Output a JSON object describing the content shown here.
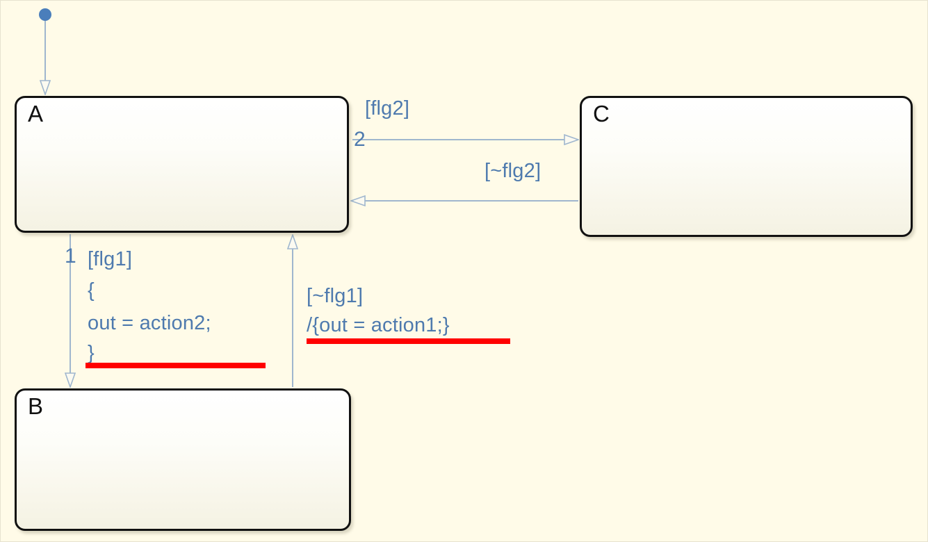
{
  "chart": {
    "title": "Stateflow state transition chart",
    "background_color": "#FFFBE8",
    "state_border_color": "#111111",
    "transition_color": "#9FB6CE",
    "label_color": "#4E7AAE",
    "highlight_color": "#FF0000",
    "default_transition_dot_color": "#4A7EBB"
  },
  "states": [
    {
      "id": "A",
      "name": "A"
    },
    {
      "id": "B",
      "name": "B"
    },
    {
      "id": "C",
      "name": "C"
    }
  ],
  "transitions": [
    {
      "id": "default-to-A",
      "from": "",
      "to": "A",
      "kind": "default",
      "priority": "",
      "label": ""
    },
    {
      "id": "A-to-C",
      "from": "A",
      "to": "C",
      "kind": "normal",
      "priority": "2",
      "label": "[flg2]"
    },
    {
      "id": "C-to-A",
      "from": "C",
      "to": "A",
      "kind": "normal",
      "priority": "",
      "label": "[~flg2]"
    },
    {
      "id": "A-to-B",
      "from": "A",
      "to": "B",
      "kind": "normal",
      "priority": "1",
      "label_lines": [
        "[flg1]",
        "{",
        "out = action2;",
        "}"
      ],
      "highlighted": true
    },
    {
      "id": "B-to-A",
      "from": "B",
      "to": "A",
      "kind": "normal",
      "priority": "",
      "label_lines": [
        "[~flg1]",
        "/{out = action1;}"
      ],
      "highlighted": true
    }
  ],
  "labels": {
    "state_a": "A",
    "state_b": "B",
    "state_c": "C",
    "flg2_guard": "[flg2]",
    "not_flg2_guard": "[~flg2]",
    "priority_2": "2",
    "priority_1": "1",
    "flg1_guard": "[flg1]",
    "flg1_brace_open": "{",
    "flg1_action": "out = action2;",
    "flg1_brace_close": "}",
    "not_flg1_guard": "[~flg1]",
    "not_flg1_action": "/{out = action1;}"
  }
}
